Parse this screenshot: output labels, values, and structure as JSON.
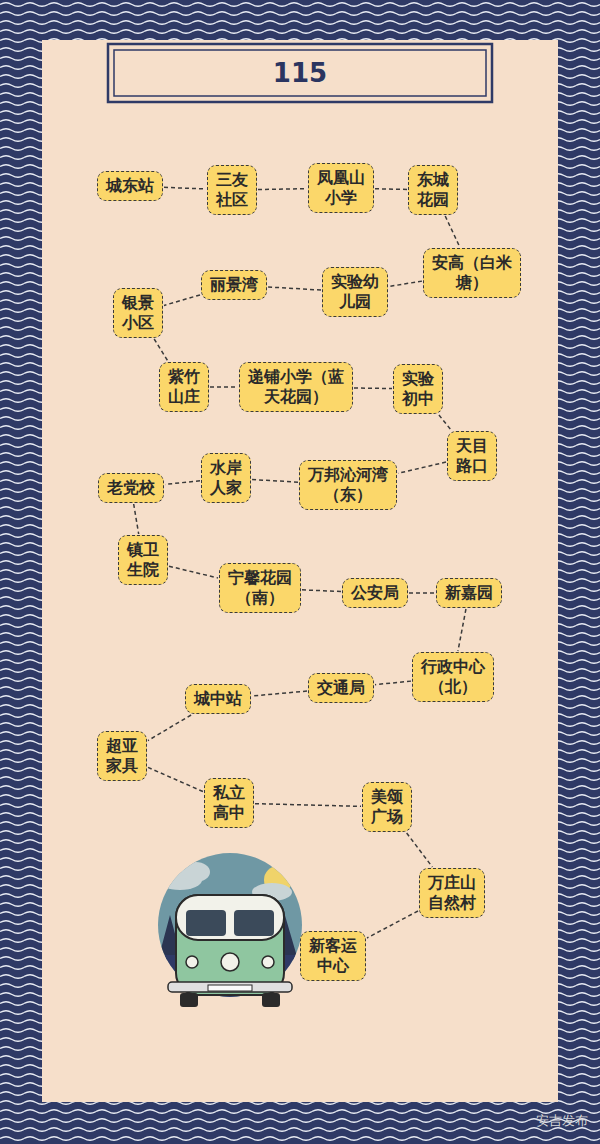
{
  "diagram": {
    "title": "115",
    "nodes": [
      {
        "text": [
          "城东站"
        ]
      },
      {
        "text": [
          "三友社区"
        ]
      },
      {
        "text": [
          "凤凰山小学"
        ]
      },
      {
        "text": [
          "东城花园"
        ]
      },
      {
        "text": [
          "安高（白米塘）"
        ]
      },
      {
        "text": [
          "实验幼儿园"
        ]
      },
      {
        "text": [
          "丽景湾"
        ]
      },
      {
        "text": [
          "银景小区"
        ]
      },
      {
        "text": [
          "紫竹山庄"
        ]
      },
      {
        "text": [
          "递铺小学（蓝天花园）"
        ]
      },
      {
        "text": [
          "实验初中"
        ]
      },
      {
        "text": [
          "天目路口"
        ]
      },
      {
        "text": [
          "万邦沁河湾（东）"
        ]
      },
      {
        "text": [
          "水岸人家"
        ]
      },
      {
        "text": [
          "老党校"
        ]
      },
      {
        "text": [
          "镇卫生院"
        ]
      },
      {
        "text": [
          "宁馨花园（南）"
        ]
      },
      {
        "text": [
          "公安局"
        ]
      },
      {
        "text": [
          "新嘉园"
        ]
      },
      {
        "text": [
          "行政中心（北）"
        ]
      },
      {
        "text": [
          "交通局"
        ]
      },
      {
        "text": [
          "城中站"
        ]
      },
      {
        "text": [
          "超亚家具"
        ]
      },
      {
        "text": [
          "私立高中"
        ]
      },
      {
        "text": [
          "美颂广场"
        ]
      },
      {
        "text": [
          "万庄山自然村"
        ]
      },
      {
        "text": [
          "新客运中心"
        ]
      }
    ],
    "edges": [
      {
        "from": 0,
        "to": 1,
        "arrow": "none"
      },
      {
        "from": 1,
        "to": 2,
        "arrow": "none"
      },
      {
        "from": 2,
        "to": 3,
        "arrow": "none"
      },
      {
        "from": 3,
        "to": 4,
        "arrow": "none"
      },
      {
        "from": 4,
        "to": 5,
        "arrow": "none"
      },
      {
        "from": 5,
        "to": 6,
        "arrow": "none"
      },
      {
        "from": 6,
        "to": 7,
        "arrow": "none"
      },
      {
        "from": 7,
        "to": 8,
        "arrow": "none"
      },
      {
        "from": 8,
        "to": 9,
        "arrow": "none"
      },
      {
        "from": 9,
        "to": 10,
        "arrow": "none"
      },
      {
        "from": 10,
        "to": 11,
        "arrow": "none"
      },
      {
        "from": 11,
        "to": 12,
        "arrow": "none"
      },
      {
        "from": 12,
        "to": 13,
        "arrow": "none"
      },
      {
        "from": 13,
        "to": 14,
        "arrow": "none"
      },
      {
        "from": 14,
        "to": 15,
        "arrow": "none"
      },
      {
        "from": 15,
        "to": 16,
        "arrow": "none"
      },
      {
        "from": 16,
        "to": 17,
        "arrow": "none"
      },
      {
        "from": 17,
        "to": 18,
        "arrow": "none"
      },
      {
        "from": 18,
        "to": 19,
        "arrow": "none"
      },
      {
        "from": 19,
        "to": 20,
        "arrow": "none"
      },
      {
        "from": 20,
        "to": 21,
        "arrow": "none"
      },
      {
        "from": 21,
        "to": 22,
        "arrow": "none"
      },
      {
        "from": 22,
        "to": 23,
        "arrow": "none"
      },
      {
        "from": 23,
        "to": 24,
        "arrow": "none"
      },
      {
        "from": 24,
        "to": 25,
        "arrow": "none"
      },
      {
        "from": 25,
        "to": 26,
        "arrow": "none"
      }
    ],
    "labels": [
      "安吉发布"
    ]
  }
}
